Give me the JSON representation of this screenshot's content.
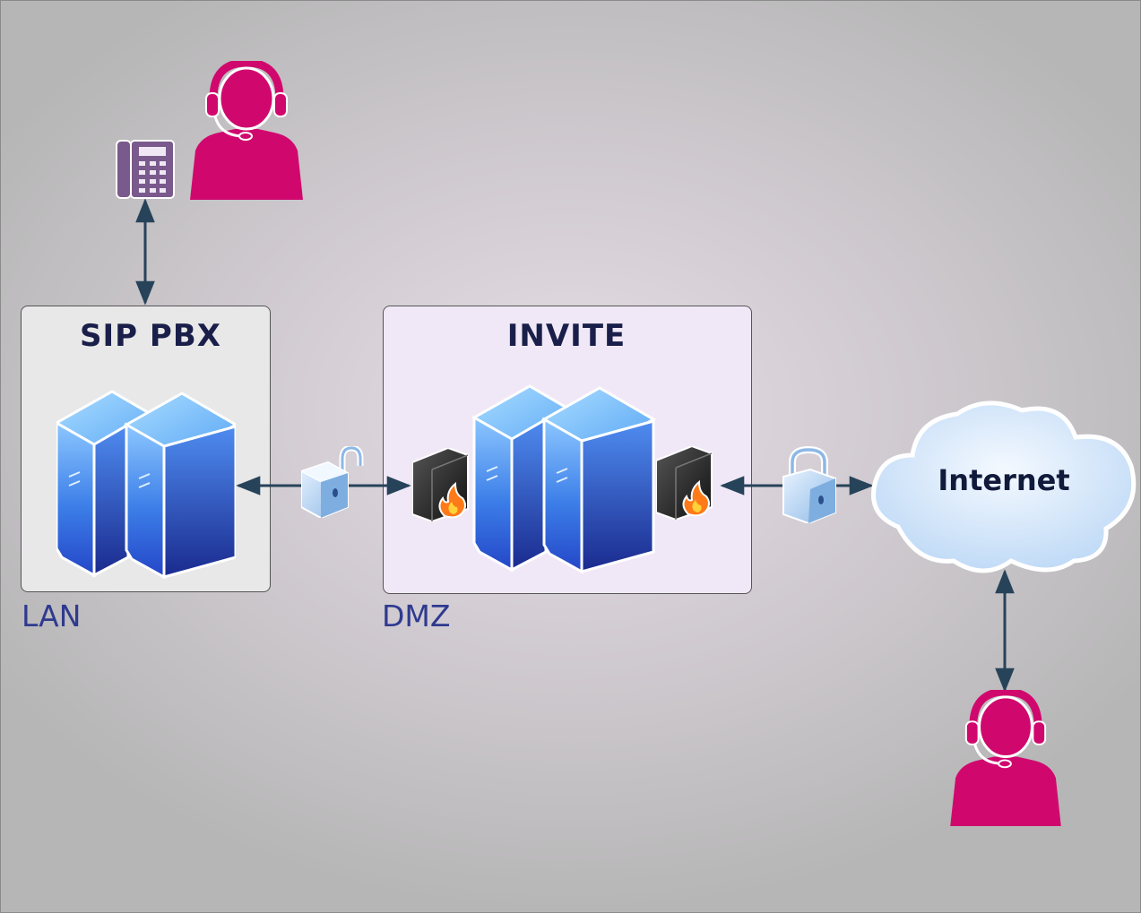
{
  "zones": {
    "lan": {
      "title": "SIP PBX",
      "caption": "LAN"
    },
    "dmz": {
      "title": "INVITE",
      "caption": "DMZ"
    }
  },
  "cloud": {
    "label": "Internet"
  },
  "icons": {
    "agent": "person-with-headset-icon",
    "phone": "desk-phone-icon",
    "server": "server-rack-icon",
    "firewall": "firewall-icon",
    "lock_open": "unlocked-padlock-icon",
    "lock_closed": "locked-padlock-icon",
    "cloud": "cloud-icon"
  },
  "colors": {
    "agent": "#d0086e",
    "phone": "#7a5a8c",
    "arrow": "#27435a",
    "server_front": "#2f6ee6",
    "server_side": "#1b2f9a",
    "server_top": "#7cc2ff",
    "cloud": "#d6e8ff",
    "label_dark": "#1a1f4a",
    "zone_caption": "#2f3a8f"
  }
}
